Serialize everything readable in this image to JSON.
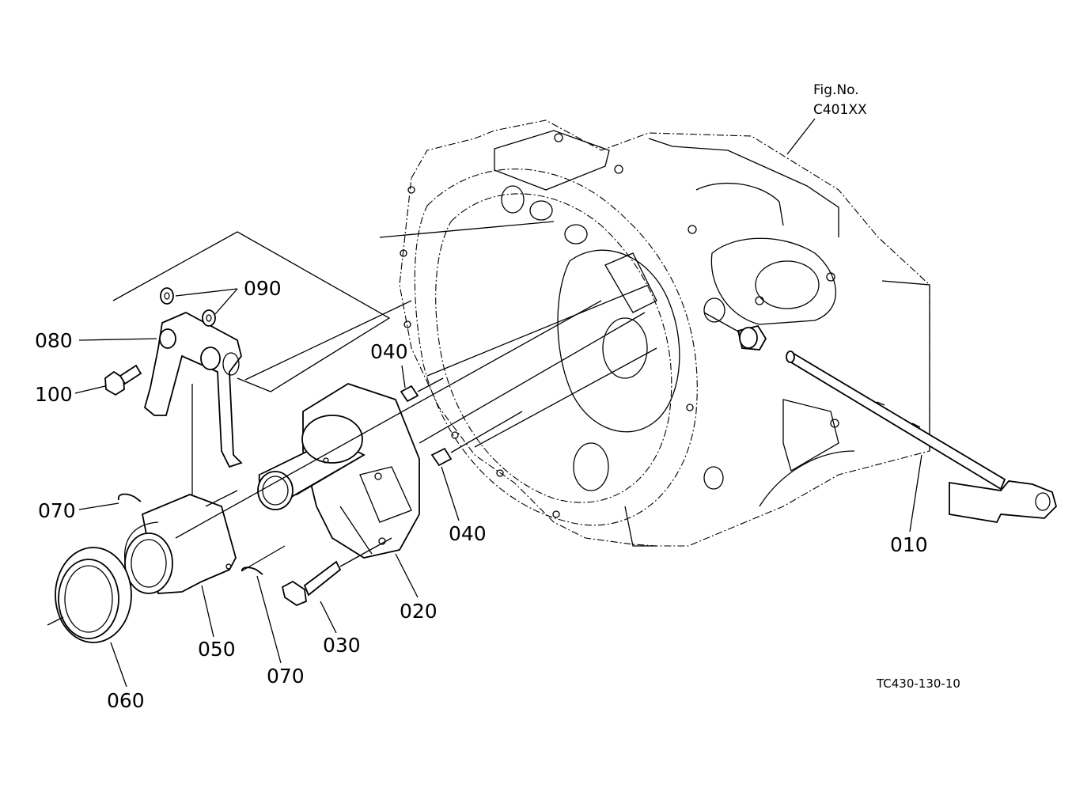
{
  "figure_ref": {
    "line1": "Fig.No.",
    "line2": "C401XX"
  },
  "drawing_code": "TC430-130-10",
  "parts": {
    "p010": "010",
    "p020": "020",
    "p030": "030",
    "p040a": "040",
    "p040b": "040",
    "p050": "050",
    "p060": "060",
    "p070a": "070",
    "p070b": "070",
    "p080": "080",
    "p090": "090",
    "p100": "100"
  }
}
